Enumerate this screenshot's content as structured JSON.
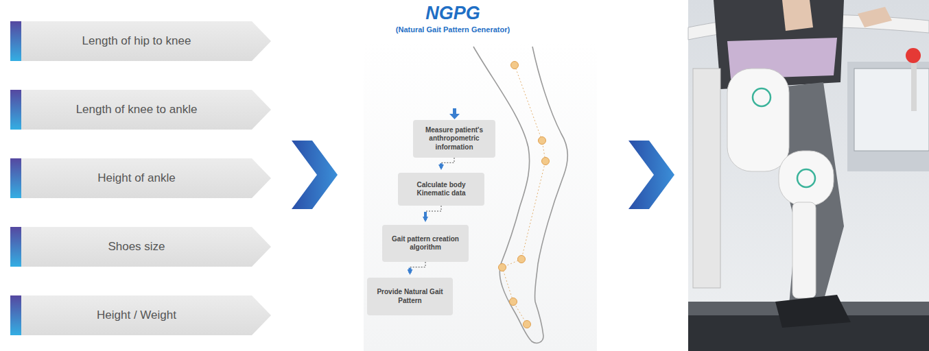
{
  "diagram": {
    "title": "NGPG",
    "nodes": [
      {
        "text": [
          "Length of hip to knee"
        ]
      },
      {
        "text": [
          "Length of knee to ankle"
        ]
      },
      {
        "text": [
          "Height of ankle"
        ]
      },
      {
        "text": [
          "Shoes size"
        ]
      },
      {
        "text": [
          "Height / Weight"
        ]
      },
      {
        "text": [
          "Measure patient's anthropometric information"
        ]
      },
      {
        "text": [
          "Calculate body Kinematic data"
        ]
      },
      {
        "text": [
          "Gait pattern creation algorithm"
        ]
      },
      {
        "text": [
          "Provide Natural Gait Pattern"
        ]
      }
    ],
    "edges": [
      {
        "from": 5,
        "to": 6,
        "arrow": "to"
      },
      {
        "from": 6,
        "to": 7,
        "arrow": "to"
      },
      {
        "from": 7,
        "to": 8,
        "arrow": "to"
      }
    ],
    "labels": [
      "(Natural Gait Pattern Generator)"
    ]
  }
}
